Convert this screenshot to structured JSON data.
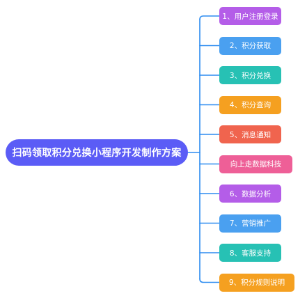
{
  "root": {
    "label": "扫码领取积分兑换小程序开发制作方案",
    "color": "#5b5cf6"
  },
  "connector_color": "#2d8cf0",
  "children": [
    {
      "label": "1、用户注册登录",
      "color": "#b45de8"
    },
    {
      "label": "2、积分获取",
      "color": "#4aa0f0"
    },
    {
      "label": "3、积分兑换",
      "color": "#27c1b4"
    },
    {
      "label": "4、积分查询",
      "color": "#f5a020"
    },
    {
      "label": "5、消息通知",
      "color": "#f0644e"
    },
    {
      "label": "向上走数据科技",
      "color": "#ee5f97"
    },
    {
      "label": "6、数据分析",
      "color": "#b45de8"
    },
    {
      "label": "7、营销推广",
      "color": "#4aa0f0"
    },
    {
      "label": "8、客服支持",
      "color": "#27c1b4"
    },
    {
      "label": "9、积分规则说明",
      "color": "#f5a020"
    }
  ]
}
